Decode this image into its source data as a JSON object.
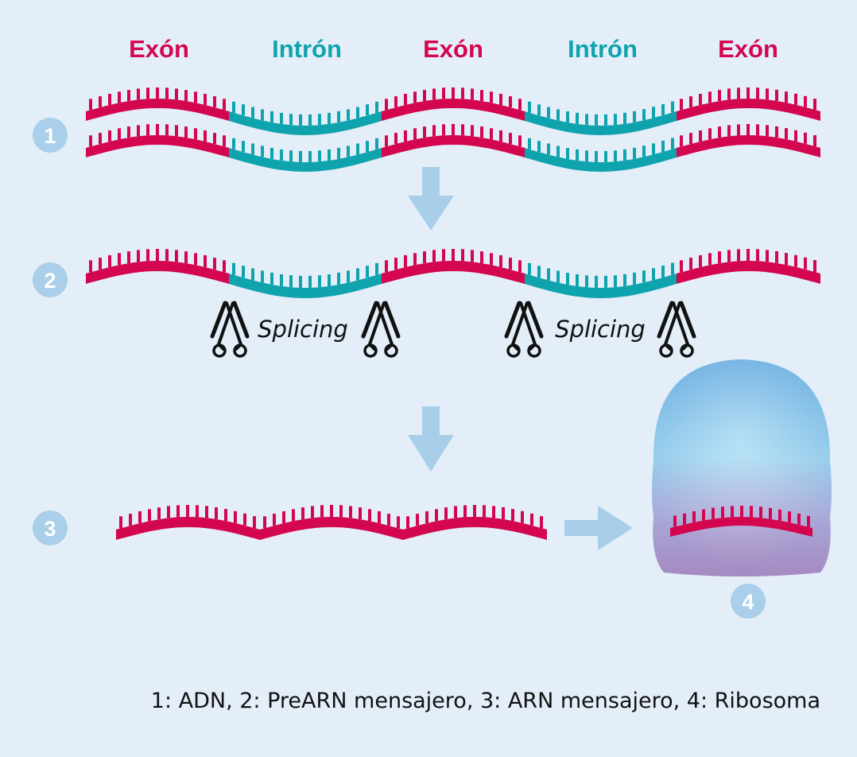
{
  "colors": {
    "exon": "#d3064f",
    "intron": "#0fa3ad",
    "background": "#e3eef9",
    "badge": "#a9cfea",
    "arrow": "#a8cee9",
    "scissors": "#111111",
    "ribosome_top": "#8fcdef",
    "ribosome_bottom": "#c78fbf"
  },
  "headers": [
    "Exón",
    "Intrón",
    "Exón",
    "Intrón",
    "Exón"
  ],
  "header_types": [
    "exon",
    "intron",
    "exon",
    "intron",
    "exon"
  ],
  "steps": [
    "1",
    "2",
    "3",
    "4"
  ],
  "splicing": [
    "Splicing",
    "Splicing"
  ],
  "icons": [
    "scissors-icon",
    "arrow-down-icon",
    "arrow-right-icon"
  ],
  "caption": "1: ADN, 2: PreARN mensajero, 3: ARN mensajero, 4: Ribosoma"
}
